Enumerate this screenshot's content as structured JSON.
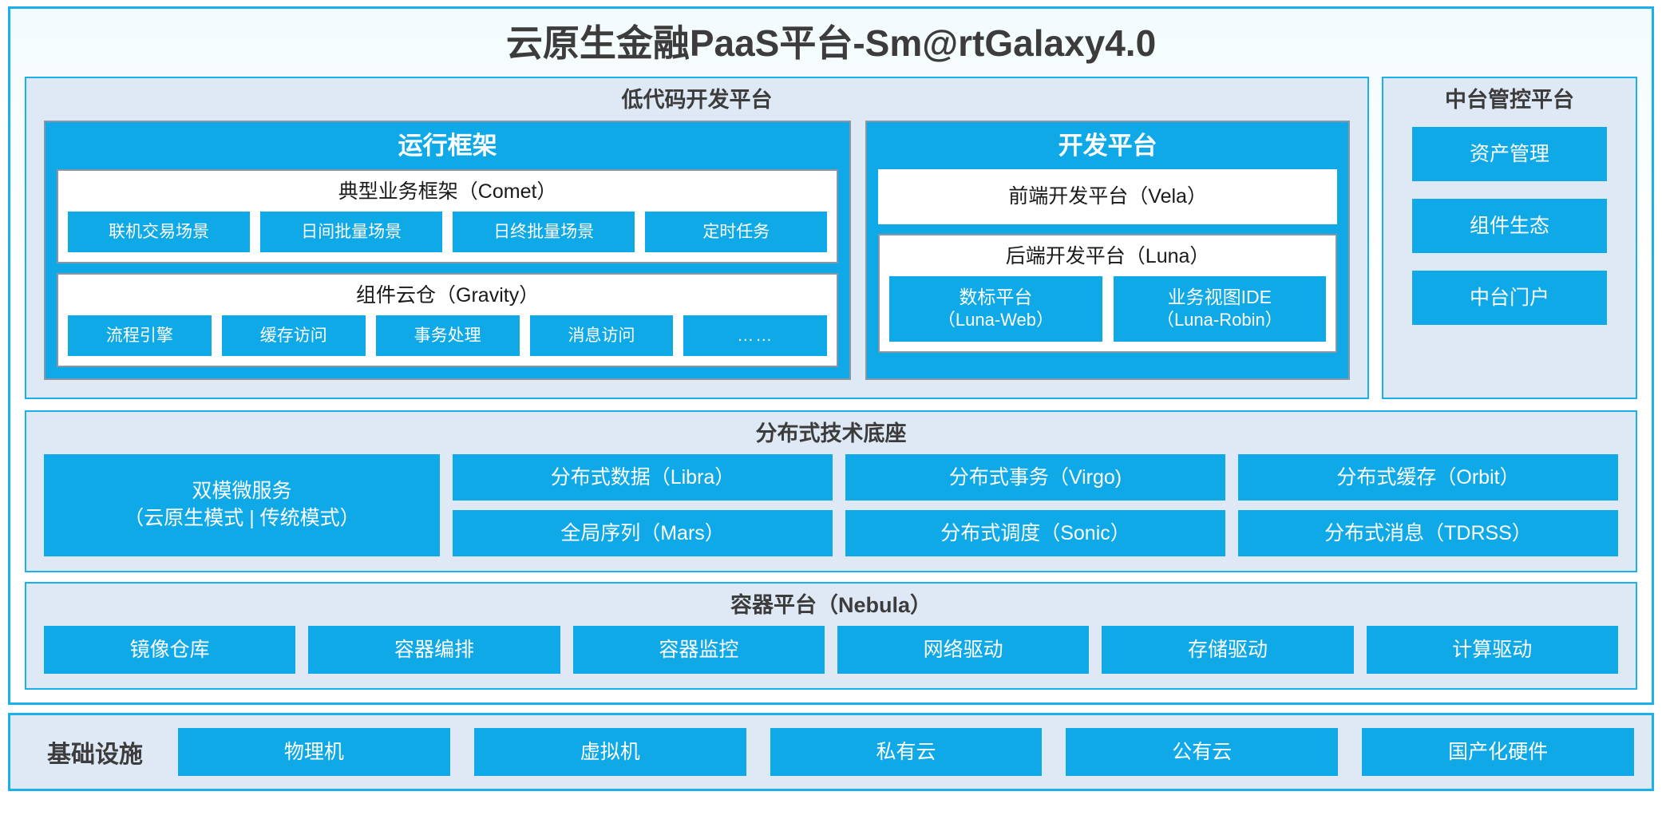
{
  "platform": {
    "title": "云原生金融PaaS平台-Sm@rtGalaxy4.0",
    "accent_color": "#0fa9e8",
    "frame_color": "#1ab0ec",
    "panel_bg": "#dfe9f5"
  },
  "lowcode": {
    "title": "低代码开发平台",
    "runtime": {
      "title": "运行框架",
      "comet": {
        "title": "典型业务框架（Comet）",
        "items": [
          "联机交易场景",
          "日间批量场景",
          "日终批量场景",
          "定时任务"
        ]
      },
      "gravity": {
        "title": "组件云仓（Gravity）",
        "items": [
          "流程引擎",
          "缓存访问",
          "事务处理",
          "消息访问",
          "……"
        ]
      }
    },
    "devplatform": {
      "title": "开发平台",
      "frontend": "前端开发平台（Vela）",
      "backend": {
        "title": "后端开发平台（Luna）",
        "items": [
          {
            "name": "数标平台",
            "code": "（Luna-Web）"
          },
          {
            "name": "业务视图IDE",
            "code": "（Luna-Robin）"
          }
        ]
      }
    }
  },
  "midplatform": {
    "title": "中台管控平台",
    "items": [
      "资产管理",
      "组件生态",
      "中台门户"
    ]
  },
  "techbase": {
    "title": "分布式技术底座",
    "microservice": {
      "name": "双模微服务",
      "modes": "（云原生模式 | 传统模式）"
    },
    "columns": [
      [
        "分布式数据（Libra）",
        "全局序列（Mars）"
      ],
      [
        "分布式事务（Virgo)",
        "分布式调度（Sonic）"
      ],
      [
        "分布式缓存（Orbit）",
        "分布式消息（TDRSS）"
      ]
    ]
  },
  "container": {
    "title": "容器平台（Nebula）",
    "items": [
      "镜像仓库",
      "容器编排",
      "容器监控",
      "网络驱动",
      "存储驱动",
      "计算驱动"
    ]
  },
  "infrastructure": {
    "label": "基础设施",
    "items": [
      "物理机",
      "虚拟机",
      "私有云",
      "公有云",
      "国产化硬件"
    ]
  }
}
